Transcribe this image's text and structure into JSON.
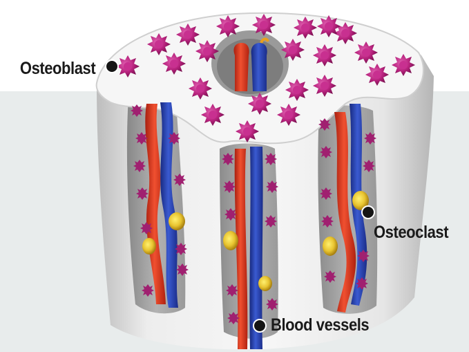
{
  "diagram": {
    "labels": {
      "osteoblast": "Osteoblast",
      "osteoclast": "Osteoclast",
      "blood_vessels": "Blood vessels"
    }
  },
  "colors": {
    "backdrop": "#e8ecec",
    "bone": "#f5f5f5",
    "bone_shadow": "#9a9a9a",
    "artery": "#e33a1f",
    "vein": "#2a44a8",
    "osteoblast_cell": "#b8237e",
    "osteoclast_cell": "#e8c430",
    "marker": "#151515"
  }
}
